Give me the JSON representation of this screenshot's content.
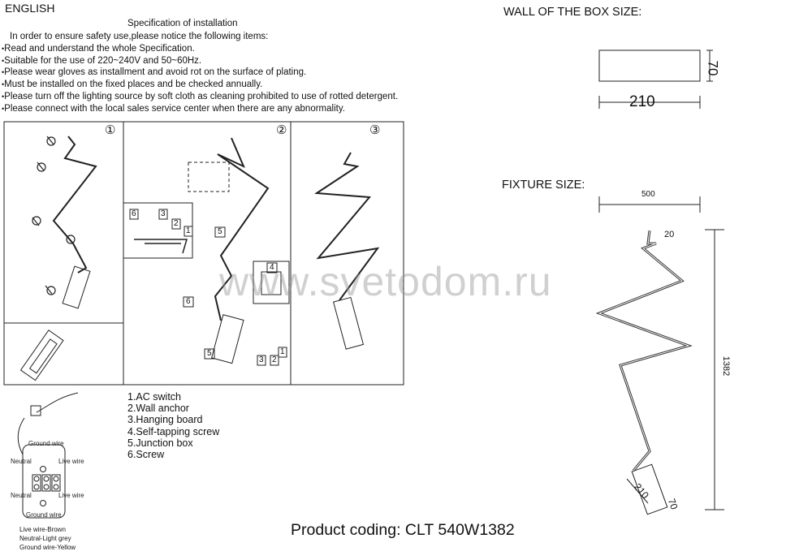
{
  "language": "ENGLISH",
  "spec": {
    "title": "Specification of installation",
    "intro": "In order to ensure safety use,please notice the following items:",
    "items": [
      "Read and understand the whole Specification.",
      "Suitable for the use of 220~240V and 50~60Hz.",
      "Please wear gloves as installment and avoid rot on the surface of plating.",
      "Must be installed on the fixed places and be checked annually.",
      "Please turn off the lighting source by soft cloth as cleaning prohibited to use of rotted detergent.",
      "Please connect with the local sales service center when there are any abnormality."
    ]
  },
  "steps": [
    "①",
    "②",
    "③"
  ],
  "callouts": [
    "1",
    "2",
    "3",
    "4",
    "5",
    "6"
  ],
  "legend": [
    "1.AC switch",
    "2.Wall anchor",
    "3.Hanging board",
    "4.Self-tapping screw",
    "5.Junction box",
    "6.Screw"
  ],
  "wiring": {
    "ground_top": "Ground wire",
    "neutral_top": "Neutral",
    "live_top": "Live wire",
    "neutral_bottom": "Neutral",
    "live_bottom": "Live wire",
    "ground_bottom": "Ground wire",
    "colors": [
      "Live wire-Brown",
      "Neutral-Light grey",
      "Ground wire-Yellow"
    ]
  },
  "box_size": {
    "title": "WALL OF THE BOX SIZE:",
    "width": "210",
    "height": "70"
  },
  "fixture_size": {
    "title": "FIXTURE SIZE:",
    "width": "500",
    "tip": "20",
    "height": "1382",
    "head_length": "210",
    "head_width": "70"
  },
  "watermark": "www.svetodom.ru",
  "product_coding": "Product coding: CLT 540W1382"
}
